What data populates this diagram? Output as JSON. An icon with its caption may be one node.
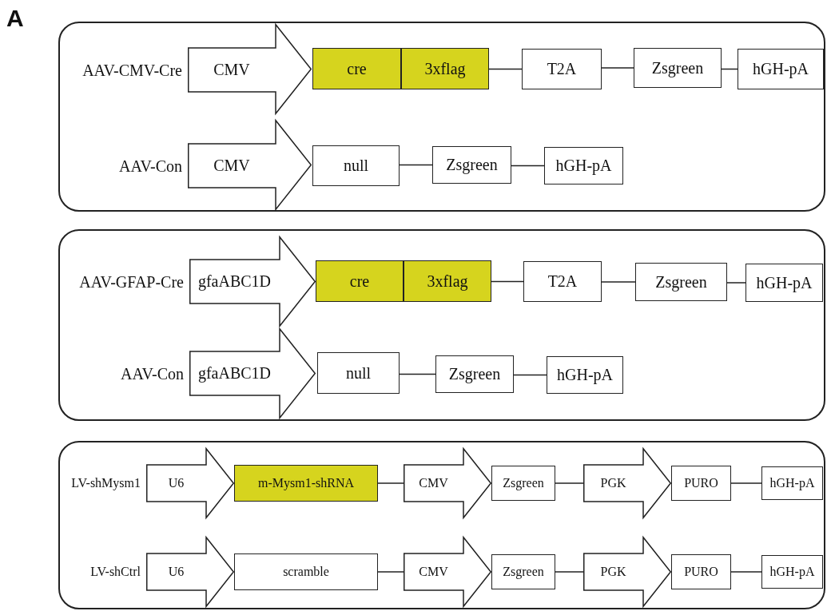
{
  "diagram": {
    "nodes": [
      {
        "text": [],
        "shape": "box"
      },
      {
        "text": [
          "CMV"
        ],
        "in": 0,
        "beside": [
          "AAV-CMV-Cre"
        ]
      },
      {
        "text": [
          "cre"
        ],
        "in": 0
      },
      {
        "text": [
          "3xflag"
        ],
        "in": 0
      },
      {
        "text": [
          "T2A"
        ],
        "in": 0
      },
      {
        "text": [
          "Zsgreen"
        ],
        "in": 0
      },
      {
        "text": [
          "hGH-pA"
        ],
        "in": 0
      },
      {
        "text": [
          "CMV"
        ],
        "in": 0,
        "beside": [
          "AAV-Con"
        ]
      },
      {
        "text": [
          "null"
        ],
        "in": 0
      },
      {
        "text": [
          "Zsgreen"
        ],
        "in": 0
      },
      {
        "text": [
          "hGH-pA"
        ],
        "in": 0
      },
      {
        "text": [],
        "shape": "box"
      },
      {
        "text": [
          "gfaABC1D"
        ],
        "in": 11,
        "beside": [
          "AAV-GFAP-Cre"
        ]
      },
      {
        "text": [
          "cre"
        ],
        "in": 11
      },
      {
        "text": [
          "3xflag"
        ],
        "in": 11
      },
      {
        "text": [
          "T2A"
        ],
        "in": 11
      },
      {
        "text": [
          "Zsgreen"
        ],
        "in": 11
      },
      {
        "text": [
          "hGH-pA"
        ],
        "in": 11
      },
      {
        "text": [
          "gfaABC1D"
        ],
        "in": 11,
        "beside": [
          "AAV-Con"
        ]
      },
      {
        "text": [
          "null"
        ],
        "in": 11
      },
      {
        "text": [
          "Zsgreen"
        ],
        "in": 11
      },
      {
        "text": [
          "hGH-pA"
        ],
        "in": 11
      },
      {
        "text": [],
        "shape": "box"
      },
      {
        "text": [
          "U6"
        ],
        "in": 22,
        "beside": [
          "LV-shMysm1"
        ]
      },
      {
        "text": [
          "m-Mysm1-shRNA"
        ],
        "in": 22
      },
      {
        "text": [
          "CMV"
        ],
        "in": 22
      },
      {
        "text": [
          "Zsgreen"
        ],
        "in": 22
      },
      {
        "text": [
          "PGK"
        ],
        "in": 22
      },
      {
        "text": [
          "PURO"
        ],
        "in": 22
      },
      {
        "text": [
          "hGH-pA"
        ],
        "in": 22
      },
      {
        "text": [
          "U6"
        ],
        "in": 22,
        "beside": [
          "LV-shCtrl"
        ]
      },
      {
        "text": [
          "scramble"
        ],
        "in": 22
      },
      {
        "text": [
          "CMV"
        ],
        "in": 22
      },
      {
        "text": [
          "Zsgreen"
        ],
        "in": 22
      },
      {
        "text": [
          "PGK"
        ],
        "in": 22
      },
      {
        "text": [
          "PURO"
        ],
        "in": 22
      },
      {
        "text": [
          "hGH-pA"
        ],
        "in": 22
      }
    ],
    "edges": [
      {
        "from": 3,
        "to": 4,
        "arrow": "none"
      },
      {
        "from": 4,
        "to": 5,
        "arrow": "none"
      },
      {
        "from": 5,
        "to": 6,
        "arrow": "none"
      },
      {
        "from": 8,
        "to": 9,
        "arrow": "none"
      },
      {
        "from": 9,
        "to": 10,
        "arrow": "none"
      },
      {
        "from": 14,
        "to": 15,
        "arrow": "none"
      },
      {
        "from": 15,
        "to": 16,
        "arrow": "none"
      },
      {
        "from": 16,
        "to": 17,
        "arrow": "none"
      },
      {
        "from": 19,
        "to": 20,
        "arrow": "none"
      },
      {
        "from": 20,
        "to": 21,
        "arrow": "none"
      },
      {
        "from": 24,
        "to": 25,
        "arrow": "none"
      },
      {
        "from": 26,
        "to": 27,
        "arrow": "none"
      },
      {
        "from": 28,
        "to": 29,
        "arrow": "none"
      },
      {
        "from": 31,
        "to": 32,
        "arrow": "none"
      },
      {
        "from": 33,
        "to": 34,
        "arrow": "none"
      },
      {
        "from": 35,
        "to": 36,
        "arrow": "none"
      }
    ],
    "labels": [
      "A"
    ]
  }
}
